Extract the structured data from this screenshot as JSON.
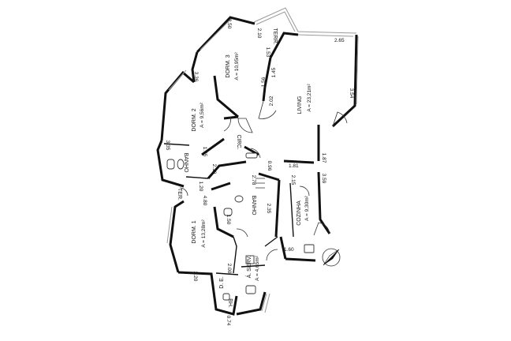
{
  "rooms": {
    "living_name": "LIVING",
    "living_area": "A = 23,21m²",
    "dorm3_name": "DORM. 3",
    "dorm3_area": "A = 10,95m²",
    "dorm2_name": "DORM. 2",
    "dorm2_area": "A = 9,56m²",
    "dorm1_name": "DORM. 1",
    "dorm1_area": "A = 13,28m²",
    "cozinha_name": "COZINHA",
    "cozinha_area": "A = 9,30m²",
    "aserv_name": "Á. SERV.",
    "aserv_area": "A = 4,65m²",
    "banho_upper": "BANHO",
    "banho_lower": "BANHO",
    "circ": "CIRC.",
    "de": "D. E.",
    "bh": "BH.",
    "terr_top": "TERR.",
    "terr_left": "TER."
  },
  "dimensions": {
    "d_2_65": "2.65",
    "d_3_54": "3.54",
    "d_2_50": "2.50",
    "d_2_10": "2.10",
    "d_1_53": "1.53",
    "d_1_45": "1.45",
    "d_1_56": "1.56",
    "d_2_02": "2.02",
    "d_3_36": "3.36",
    "d_3_35": "3.35",
    "d_1_75": "1.75",
    "d_1_81": "1.81",
    "d_1_87": "1.87",
    "d_3_59": "3.59",
    "d_2_15": "2.15",
    "d_2_78": "2.78",
    "d_0_96": "0.96",
    "d_2_19": "2.19",
    "d_1_20": "1.20",
    "d_4_80": "4.80",
    "d_2_35": "2.35",
    "d_2_00": "2.00",
    "d_1_60": "1.60",
    "d_3_20": "3.20",
    "d_0_74": "0.74",
    "d_1_50": "1.50"
  },
  "icons": {
    "north": "north-arrow-icon"
  }
}
